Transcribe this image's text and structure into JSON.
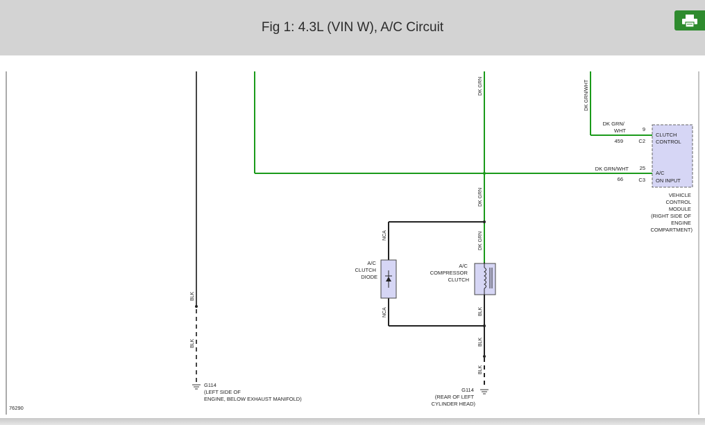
{
  "header": {
    "title": "Fig 1: 4.3L (VIN W), A/C Circuit",
    "print_icon": "printer-icon"
  },
  "colors": {
    "header_bg": "#d3d3d3",
    "print_btn": "#2e8b2e",
    "wire_green": "#1a9a1a",
    "component_fill": "#d6d6f5"
  },
  "diagram": {
    "wire_labels": {
      "dk_grn_wht_vertical": "DK GRN/WHT",
      "dk_grn_top": "DK GRN",
      "dk_grn_mid": "DK GRN",
      "dk_grn_lower": "DK GRN",
      "dk_grn_wht_pin9_line1": "DK GRN/",
      "dk_grn_wht_pin9_line2": "WHT",
      "dk_grn_wht_pin25": "DK GRN/WHT",
      "nca_top": "NCA",
      "nca_bottom": "NCA",
      "blk_left_1": "BLK",
      "blk_left_2": "BLK",
      "blk_right_1": "BLK",
      "blk_right_2": "BLK",
      "blk_right_3": "BLK"
    },
    "circuits": {
      "c459": "459",
      "c66": "66"
    },
    "pins": {
      "pin9": "9",
      "pin25": "25",
      "c2": "C2",
      "c3": "C3"
    },
    "vcm": {
      "clutch_control_1": "CLUTCH",
      "clutch_control_2": "CONTROL",
      "ac_input_1": "A/C",
      "ac_input_2": "ON INPUT",
      "name": [
        "VEHICLE",
        "CONTROL",
        "MODULE",
        "(RIGHT SIDE OF",
        "ENGINE",
        "COMPARTMENT)"
      ]
    },
    "diode_label": [
      "A/C",
      "CLUTCH",
      "DIODE"
    ],
    "clutch_label": [
      "A/C",
      "COMPRESSOR",
      "CLUTCH"
    ],
    "ground_left": [
      "G114",
      "(LEFT SIDE OF",
      "ENGINE, BELOW EXHAUST MANIFOLD)"
    ],
    "ground_right": [
      "G114",
      "(REAR OF LEFT",
      "CYLINDER HEAD)"
    ],
    "figure_number": "76290"
  }
}
